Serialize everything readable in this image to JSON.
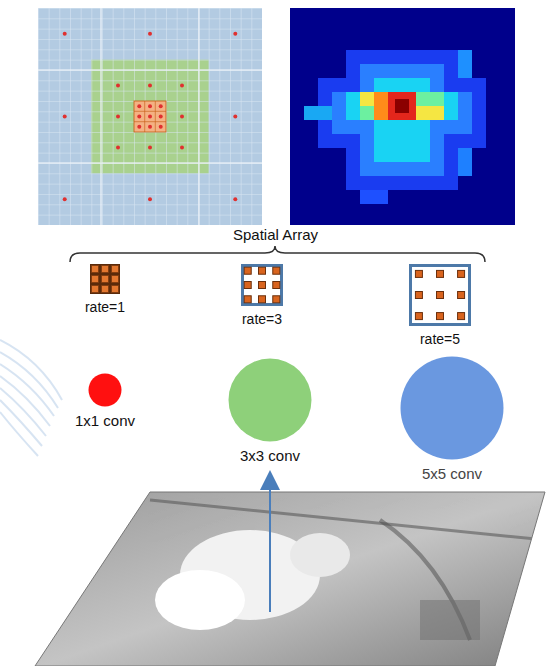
{
  "diagram": {
    "nodes": [
      {
        "text": [
          "rate=1"
        ]
      },
      {
        "text": [
          "rate=3"
        ]
      },
      {
        "text": [
          "rate=5"
        ]
      },
      {
        "text": [
          "1x1 conv"
        ]
      },
      {
        "text": [
          "3x3 conv"
        ]
      },
      {
        "text": [
          "5x5 conv"
        ]
      }
    ],
    "labels": [
      "Spatial Array"
    ]
  }
}
